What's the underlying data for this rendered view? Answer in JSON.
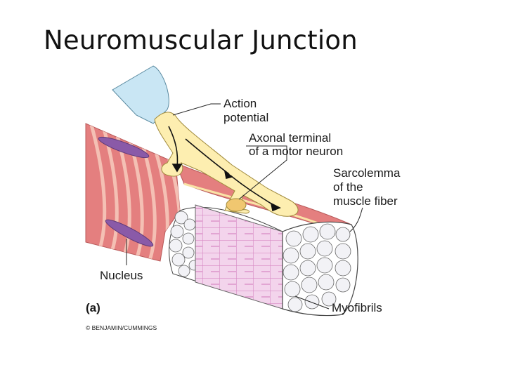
{
  "title": "Neuromuscular Junction",
  "labels": {
    "action_potential": [
      "Action",
      "potential"
    ],
    "axonal_terminal": [
      "Axonal terminal",
      "of a motor neuron"
    ],
    "sarcolemma": [
      "Sarcolemma",
      "of the",
      "muscle fiber"
    ],
    "nucleus": "Nucleus",
    "myofibrils": "Myofibrils",
    "panel": "(a)",
    "credit": "© BENJAMIN/CUMMINGS"
  },
  "colors": {
    "muscle": "#e47f7f",
    "stripe": "#f4c0b4",
    "nucleus": "#8a5aa8",
    "neuron": "#fdeeb0",
    "neuron_cell": "#c9e6f4",
    "myofibril_grid": "#e2a7d2"
  }
}
